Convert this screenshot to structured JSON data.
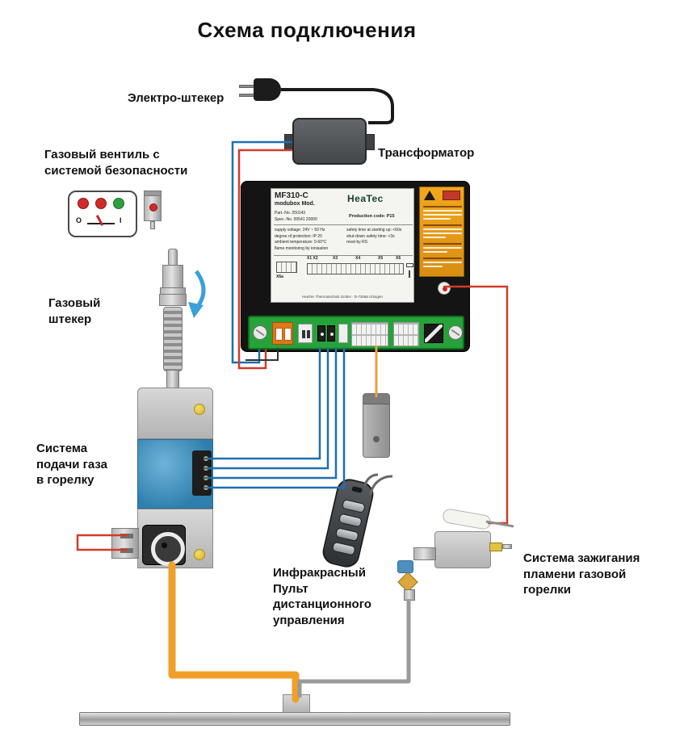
{
  "title": "Схема подключения",
  "labels": {
    "plug": "Электро-штекер",
    "transformer": "Трансформатор",
    "gas_valve": "Газовый вентиль с\nсистемой безопасности",
    "gas_plug": "Газовый\nштекер",
    "gas_supply": "Система\nподачи газа\nв горелку",
    "remote": "Инфракрасный\nПульт\nдистанционного\nуправления",
    "ignition": "Система зажигания\nпламени газовой\nгорелки"
  },
  "control_box": {
    "model": "MF310-C",
    "series": "modubox  Mod.",
    "brand": "HeaTec",
    "ids": "Part.-No. 250143\nSpec.-No. 00541 20000",
    "production_code": "Production code: P15",
    "specs_left": "supply voltage: 24V ~ 50 Hz\ndegree of protection: IP 20\nambient temperature: 0-60°C\nflame monitoring by ionisation",
    "specs_right": "safety time at starting up: <60s\nshut-down safety time: <3s\nreset by RS",
    "terminal_block_label": "X6a",
    "terminal_labels": [
      "X1 X2",
      "X3",
      "X4",
      "X5",
      "X6"
    ],
    "footer": "HeaTec Thermotechnik GmbH · D-73066 Uhingen"
  },
  "valve_dial": {
    "off": "O",
    "on": "I"
  },
  "colors": {
    "wire_red": "#d23a2a",
    "wire_blue": "#1f6fb0",
    "wire_orange": "#f0a028",
    "strip_green": "#27a23b",
    "warning_panel": "#e89b1b",
    "box_black": "#141414"
  }
}
